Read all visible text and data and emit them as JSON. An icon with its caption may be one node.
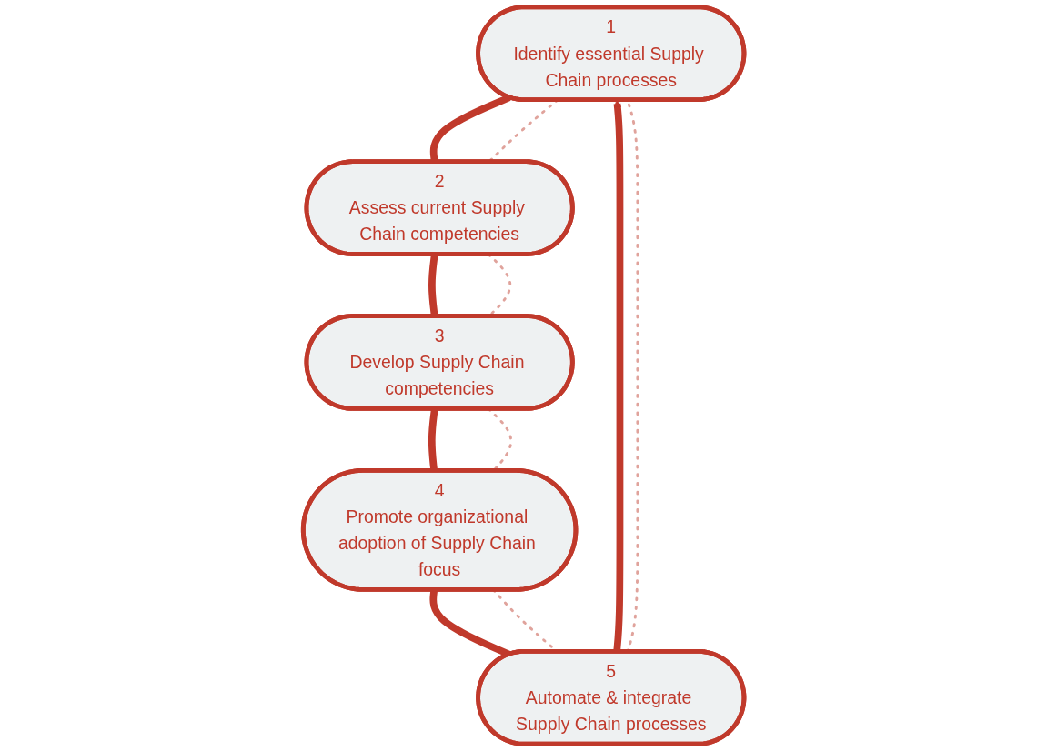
{
  "diagram": {
    "nodes": [
      {
        "text": [
          "1",
          "Identify essential Supply Chain processes"
        ]
      },
      {
        "text": [
          "2",
          "Assess current Supply Chain competencies"
        ]
      },
      {
        "text": [
          "3",
          "Develop Supply Chain competencies"
        ]
      },
      {
        "text": [
          "4",
          "Promote organizational adoption of Supply Chain focus"
        ]
      },
      {
        "text": [
          "5",
          "Automate & integrate Supply Chain processes"
        ]
      }
    ],
    "edges": [
      {
        "from": 0,
        "to": 1,
        "arrow": "none",
        "style": "thick"
      },
      {
        "from": 1,
        "to": 2,
        "arrow": "none",
        "style": "thick"
      },
      {
        "from": 2,
        "to": 3,
        "arrow": "none",
        "style": "thick"
      },
      {
        "from": 3,
        "to": 4,
        "arrow": "none",
        "style": "thick"
      },
      {
        "from": 4,
        "to": 0,
        "arrow": "to",
        "style": "thick"
      },
      {
        "from": 0,
        "to": 1,
        "arrow": "none",
        "style": "dashed",
        "color": "#e0a39c"
      },
      {
        "from": 1,
        "to": 2,
        "arrow": "none",
        "style": "dashed",
        "color": "#e0a39c"
      },
      {
        "from": 2,
        "to": 3,
        "arrow": "none",
        "style": "dashed",
        "color": "#e0a39c"
      },
      {
        "from": 3,
        "to": 4,
        "arrow": "none",
        "style": "dashed",
        "color": "#e0a39c"
      },
      {
        "from": 4,
        "to": 0,
        "arrow": "none",
        "style": "dashed",
        "color": "#e0a39c"
      }
    ]
  }
}
